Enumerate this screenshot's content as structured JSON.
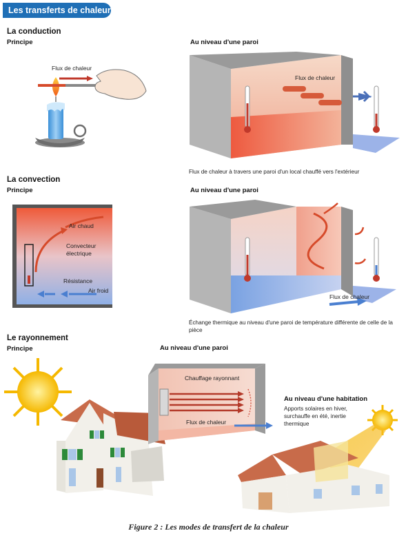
{
  "title_tab": "Les transferts de chaleur",
  "conduction": {
    "heading": "La conduction",
    "principle": "Principe",
    "flux_label": "Flux de chaleur",
    "wall_heading": "Au niveau d'une paroi",
    "wall_flux_label": "Flux de chaleur",
    "caption": "Flux de chaleur à travers une paroi d'un local chauffé vers l'extérieur"
  },
  "convection": {
    "heading": "La convection",
    "principle": "Principe",
    "hot_air": "Air chaud",
    "convector": "Convecteur électrique",
    "resistance": "Résistance",
    "cold_air": "Air froid",
    "wall_heading": "Au niveau d'une paroi",
    "wall_flux_label": "Flux de chaleur",
    "caption": "Échange thermique au niveau d'une paroi de température différente de celle de la pièce"
  },
  "rayonnement": {
    "heading": "Le rayonnement",
    "principle": "Principe",
    "wall_heading": "Au niveau d'une paroi",
    "radiant_heating": "Chauffage rayonnant",
    "wall_flux_label": "Flux de chaleur",
    "house_heading": "Au niveau d'une habitation",
    "house_caption": "Apports solaires en hiver, surchauffe en été, inertie thermique"
  },
  "figure_caption": "Figure 2 : Les modes de transfert de la chaleur",
  "colors": {
    "tab_blue": "#1f6fb6",
    "heat_red": "#c0392b",
    "cold_blue": "#4a7fd0",
    "wall_gray": "#b9b9b9"
  }
}
